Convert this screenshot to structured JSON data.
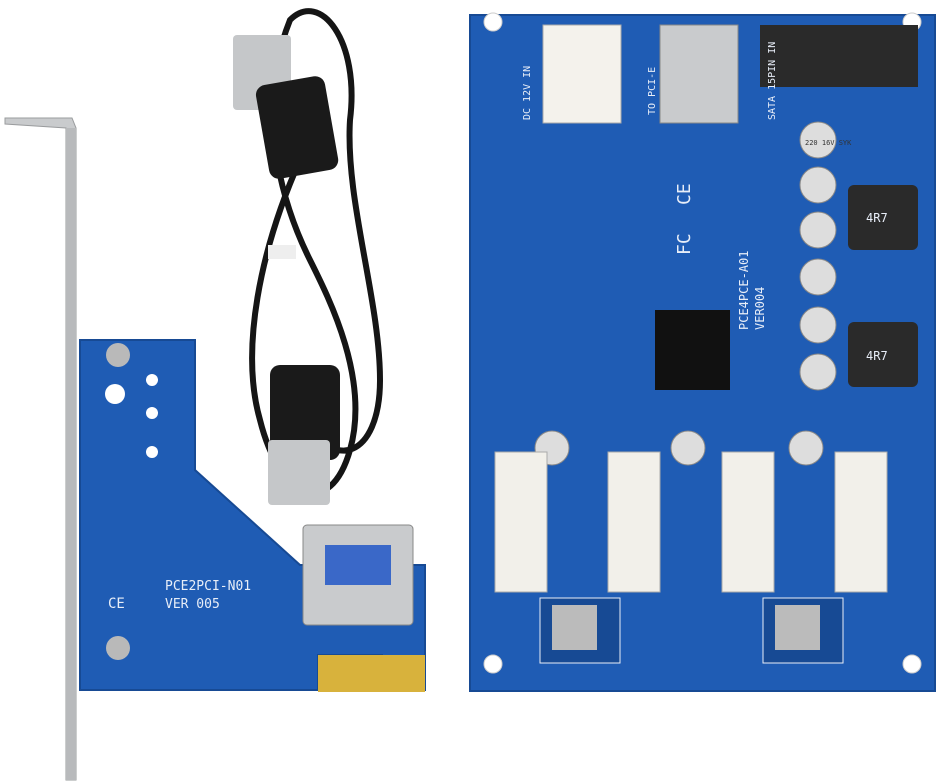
{
  "small_board": {
    "model": "PCE2PCI-N01",
    "version": "VER 005",
    "ce_mark": "CE"
  },
  "large_board": {
    "model": "PCE4PCE-A01",
    "version": "VER004",
    "power_label": "DC 12V IN",
    "usb_label": "TO PCI-E",
    "sata_label": "SATA 15PIN IN",
    "inductor_label": "4R7",
    "capacitor_label": "220 16V SYK",
    "ce_mark": "CE",
    "fcc_mark": "FC"
  },
  "colors": {
    "pcb": "#1f5cb4",
    "pcb_dark": "#174a94",
    "cable": "#151515",
    "slot": "#f2f0ea",
    "gold": "#d8b23c",
    "bracket": "#c8cacc"
  }
}
